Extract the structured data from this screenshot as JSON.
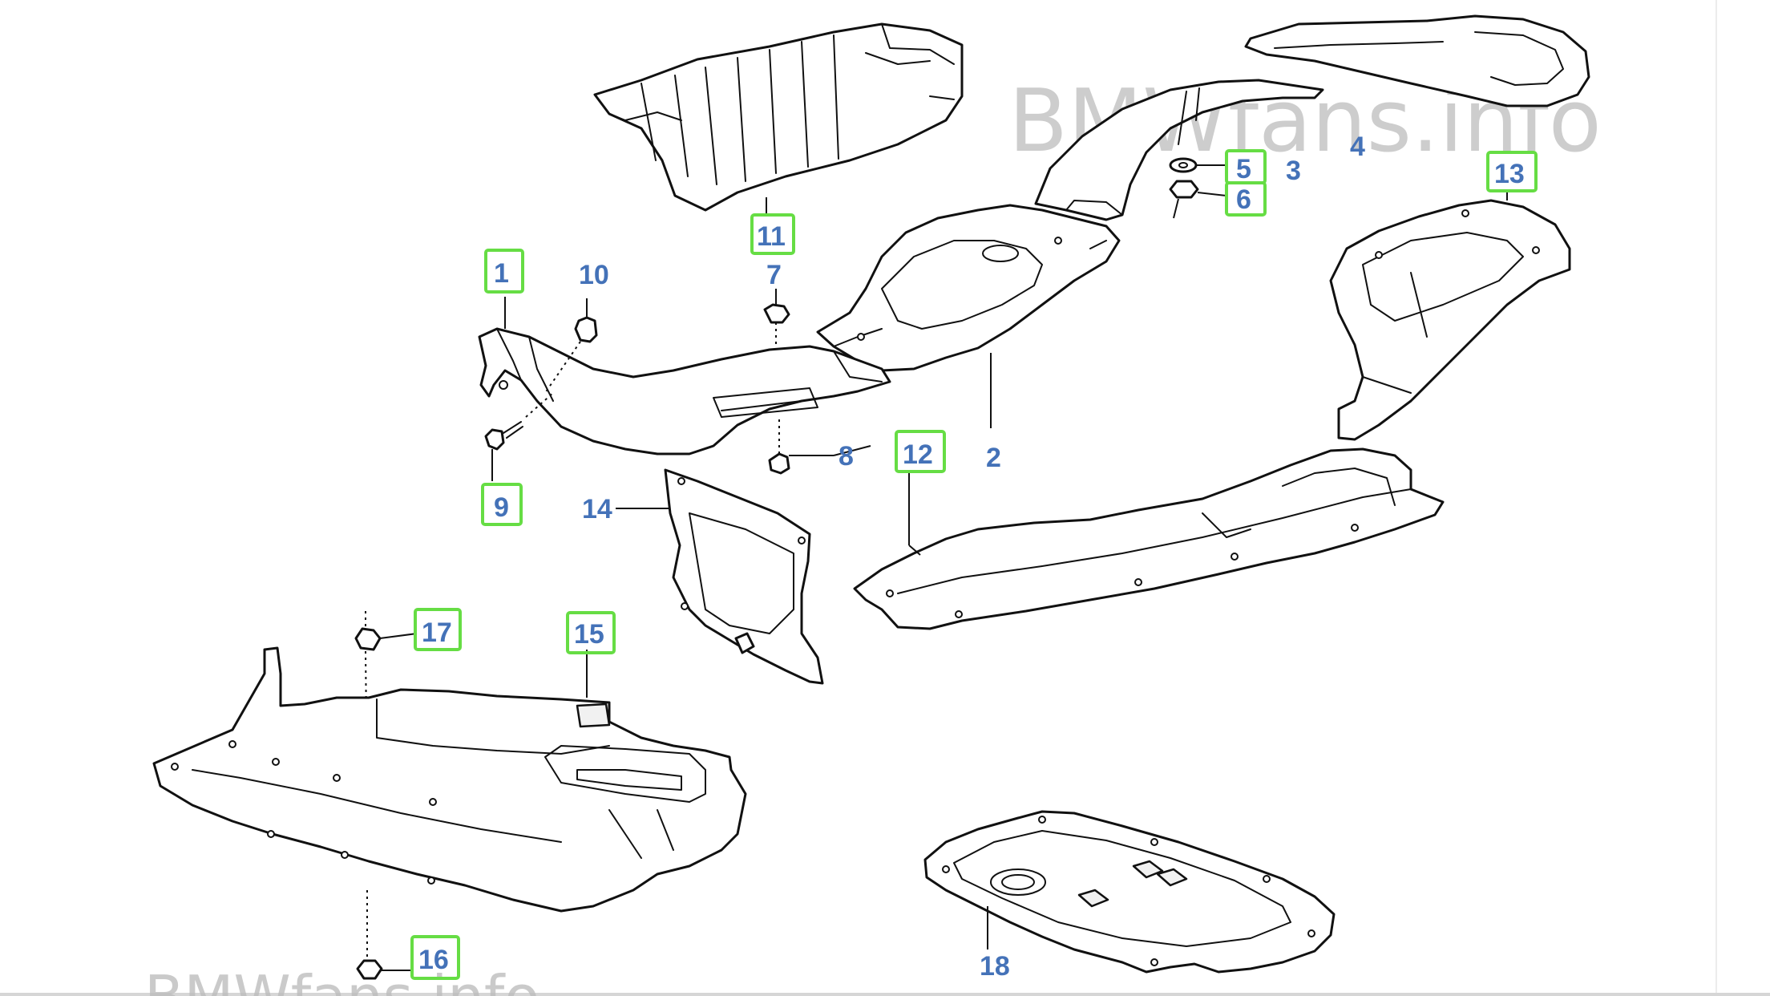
{
  "watermarks": {
    "top_right": "BMWfans.info",
    "bottom_left": "BMWfans.info"
  },
  "colors": {
    "callout_text": "#4472b8",
    "highlight_box": "#66dd44",
    "line_art": "#111111"
  },
  "callouts": {
    "c1": "1",
    "c2": "2",
    "c3": "3",
    "c4": "4",
    "c5": "5",
    "c6": "6",
    "c7": "7",
    "c8": "8",
    "c9": "9",
    "c10": "10",
    "c11": "11",
    "c12": "12",
    "c13": "13",
    "c14": "14",
    "c15": "15",
    "c16": "16",
    "c17": "17",
    "c18": "18"
  },
  "highlighted_callouts": [
    "1",
    "5",
    "6",
    "9",
    "11",
    "12",
    "13",
    "15",
    "16",
    "17"
  ]
}
